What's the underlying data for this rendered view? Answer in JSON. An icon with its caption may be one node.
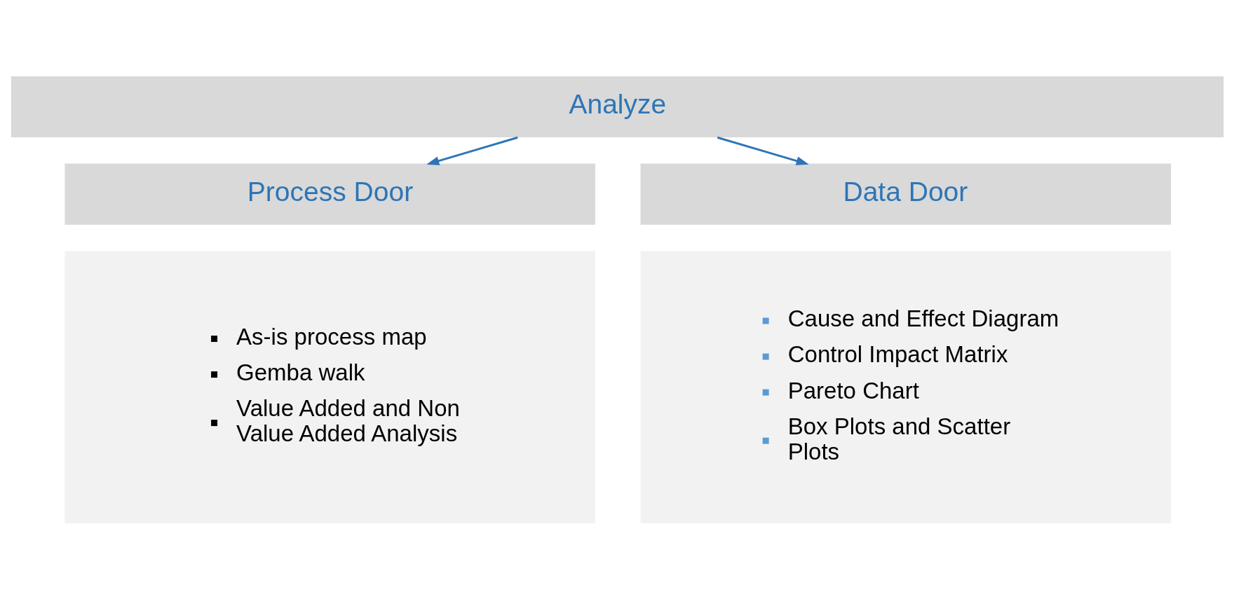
{
  "diagram": {
    "nodes": [
      {
        "text": [
          "Analyze"
        ]
      },
      {
        "text": [
          "Process Door"
        ]
      },
      {
        "text": [
          "Data Door"
        ]
      },
      {
        "text": [
          "As-is process map",
          "Gemba walk",
          "Value Added and Non Value Added Analysis"
        ]
      },
      {
        "text": [
          "Cause and Effect Diagram",
          "Control Impact Matrix",
          "Pareto Chart",
          "Box Plots and Scatter Plots"
        ]
      }
    ],
    "edges": [
      {
        "from": 0,
        "to": 1,
        "arrow": "to"
      },
      {
        "from": 0,
        "to": 2,
        "arrow": "to"
      }
    ]
  }
}
